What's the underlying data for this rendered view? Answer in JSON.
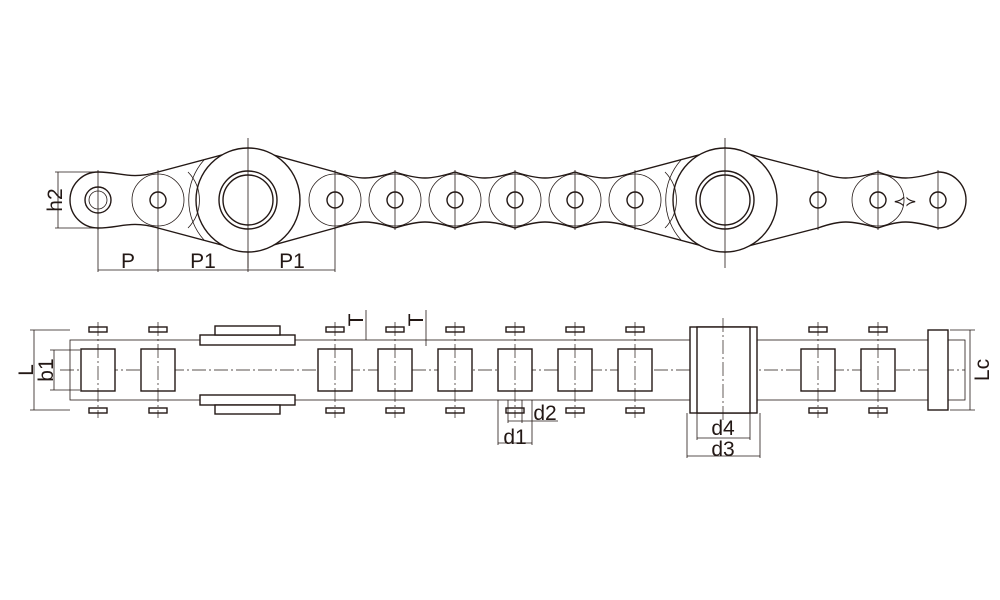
{
  "labels": {
    "h2": "h2",
    "P": "P",
    "P1a": "P1",
    "P1b": "P1",
    "T1": "T",
    "T2": "T",
    "L": "L",
    "b1": "b1",
    "d1": "d1",
    "d2": "d2",
    "d4": "d4",
    "d3": "d3",
    "Lc": "Lc"
  },
  "colors": {
    "line": "#231815",
    "background": "#ffffff"
  }
}
